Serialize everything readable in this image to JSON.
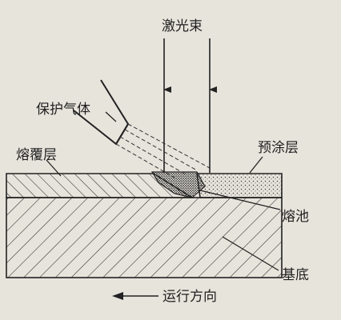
{
  "labels": {
    "laser_beam": "激光束",
    "shielding_gas": "保护气体",
    "cladding_layer": "熔覆层",
    "preplaced_coating": "预涂层",
    "molten_pool": "熔池",
    "substrate": "基底",
    "travel_direction": "运行方向"
  },
  "colors": {
    "paper": "#e7e4dc",
    "ink": "#222222"
  }
}
